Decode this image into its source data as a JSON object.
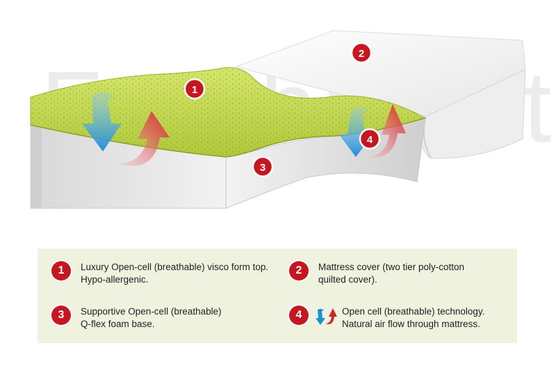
{
  "watermark": "FreshStart",
  "callouts": {
    "top_layer": "1",
    "cover": "2",
    "base": "3",
    "airflow": "4"
  },
  "legend": {
    "items": [
      {
        "number": "1",
        "text": "Luxury Open-cell (breathable) visco form top.\nHypo-allergenic."
      },
      {
        "number": "2",
        "text": "Mattress cover (two tier poly-cotton\nquilted cover)."
      },
      {
        "number": "3",
        "text": "Supportive Open-cell (breathable)\nQ-flex foam base."
      },
      {
        "number": "4",
        "text": "Open cell (breathable) technology.\nNatural air flow through mattress."
      }
    ]
  },
  "colors": {
    "badge": "#c81620",
    "foam_top": "#c3d94a",
    "foam_base": "#e4e4e4",
    "cover": "#f7f7f7",
    "arrow_up": "#d3202a",
    "arrow_down": "#1e8fd6",
    "legend_bg": "#eef2df"
  },
  "icons": {
    "airflow": "airflow-arrows-icon"
  }
}
